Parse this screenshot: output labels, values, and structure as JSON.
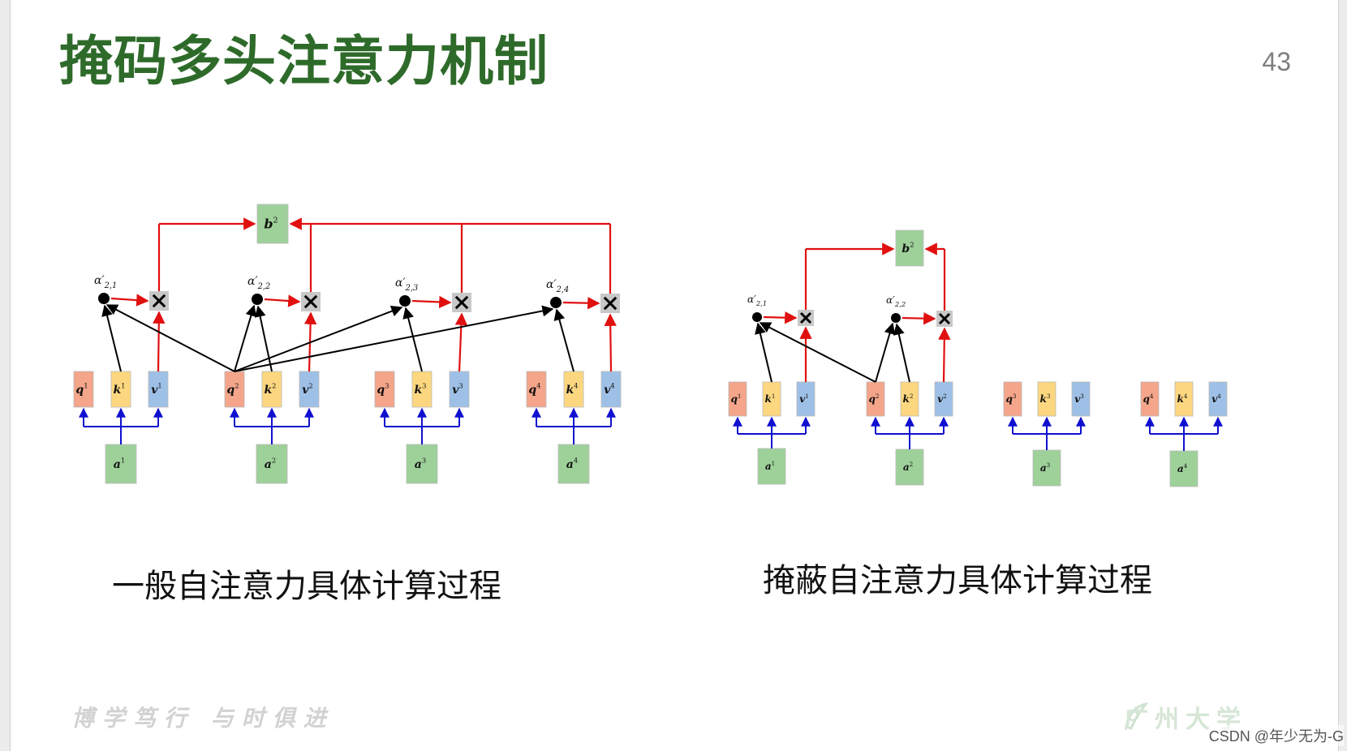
{
  "slide": {
    "title": "掩码多头注意力机制",
    "page_number": "43",
    "caption_general": "一般自注意力具体计算过程",
    "caption_masked": "掩蔽自注意力具体计算过程",
    "motto": "博学笃行 与时俱进",
    "university": "广州大学",
    "watermark": "CSDN @年少无为-G"
  },
  "colors": {
    "title": "#2e6b2a",
    "q": "#f4a58a",
    "k": "#fcd77f",
    "v": "#9ec0e6",
    "a": "#9ed19a",
    "b": "#9ed19a",
    "arrow_red": "#e01010",
    "arrow_blue": "#1010d0",
    "arrow_black": "#000000",
    "mult_box": "#c8c8c8"
  },
  "diagrams": {
    "general": {
      "output": {
        "base": "b",
        "sup": "2"
      },
      "groups": [
        {
          "q": "q",
          "k": "k",
          "v": "v",
          "a": "a",
          "sup": "1",
          "alpha": "α′",
          "alpha_sub": "2,1"
        },
        {
          "q": "q",
          "k": "k",
          "v": "v",
          "a": "a",
          "sup": "2",
          "alpha": "α′",
          "alpha_sub": "2,2"
        },
        {
          "q": "q",
          "k": "k",
          "v": "v",
          "a": "a",
          "sup": "3",
          "alpha": "α′",
          "alpha_sub": "2,3"
        },
        {
          "q": "q",
          "k": "k",
          "v": "v",
          "a": "a",
          "sup": "4",
          "alpha": "α′",
          "alpha_sub": "2,4"
        }
      ]
    },
    "masked": {
      "output": {
        "base": "b",
        "sup": "2"
      },
      "groups": [
        {
          "q": "q",
          "k": "k",
          "v": "v",
          "a": "a",
          "sup": "1",
          "alpha": "α′",
          "alpha_sub": "2,1"
        },
        {
          "q": "q",
          "k": "k",
          "v": "v",
          "a": "a",
          "sup": "2",
          "alpha": "α′",
          "alpha_sub": "2,2"
        },
        {
          "q": "q",
          "k": "k",
          "v": "v",
          "a": "a",
          "sup": "3"
        },
        {
          "q": "q",
          "k": "k",
          "v": "v",
          "a": "a",
          "sup": "4"
        }
      ]
    }
  }
}
